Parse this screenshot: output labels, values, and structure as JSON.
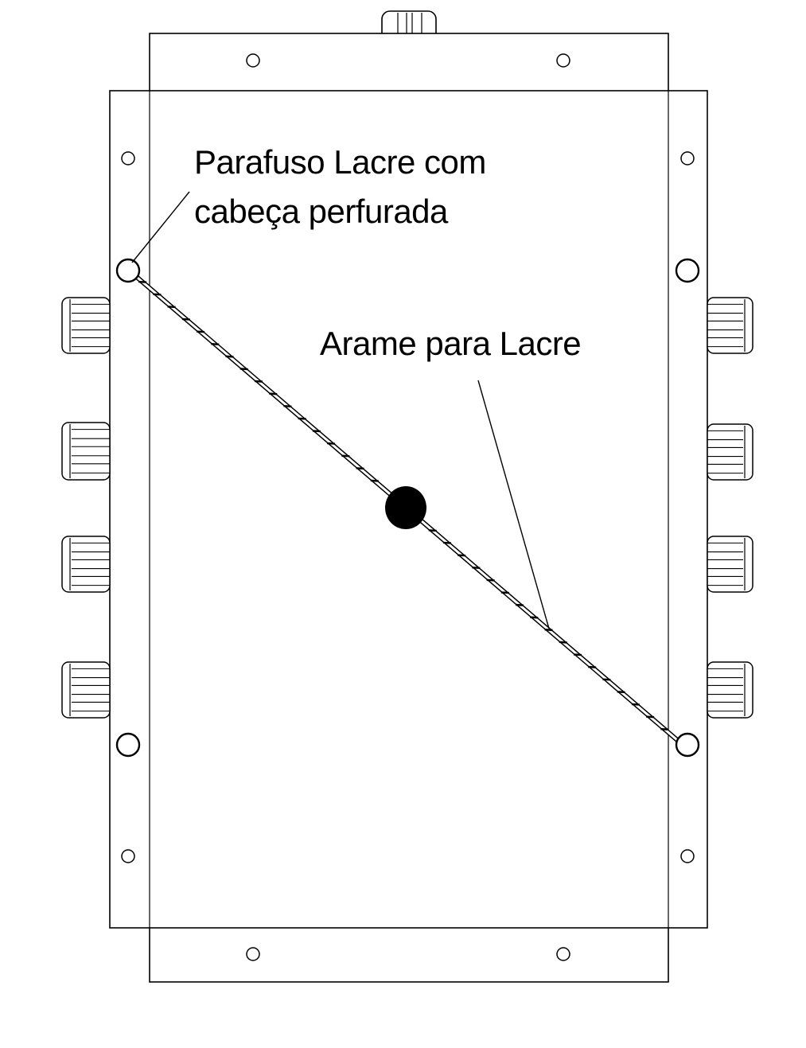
{
  "labels": {
    "screw_line1": "Parafuso Lacre com",
    "screw_line2": "cabeça perfurada",
    "wire": "Arame para Lacre"
  },
  "colors": {
    "line": "#000000",
    "background": "#ffffff"
  }
}
